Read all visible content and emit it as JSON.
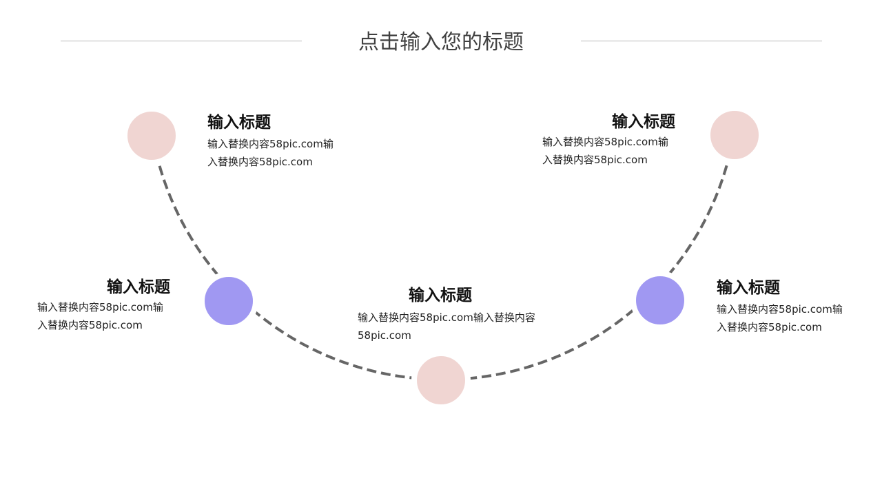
{
  "title": "点击输入您的标题",
  "colors": {
    "pink": "#F0D5D2",
    "purple": "#A098F2",
    "dash": "#666666"
  },
  "items": [
    {
      "heading": "输入标题",
      "text": "输入替换内容58pic.com输入替换内容58pic.com"
    },
    {
      "heading": "输入标题",
      "text": "输入替换内容58pic.com输入替换内容58pic.com"
    },
    {
      "heading": "输入标题",
      "text": "输入替换内容58pic.com输入替换内容58pic.com"
    },
    {
      "heading": "输入标题",
      "text": "输入替换内容58pic.com输入替换内容58pic.com"
    },
    {
      "heading": "输入标题",
      "text": "输入替换内容58pic.com输入替换内容58pic.com"
    }
  ]
}
